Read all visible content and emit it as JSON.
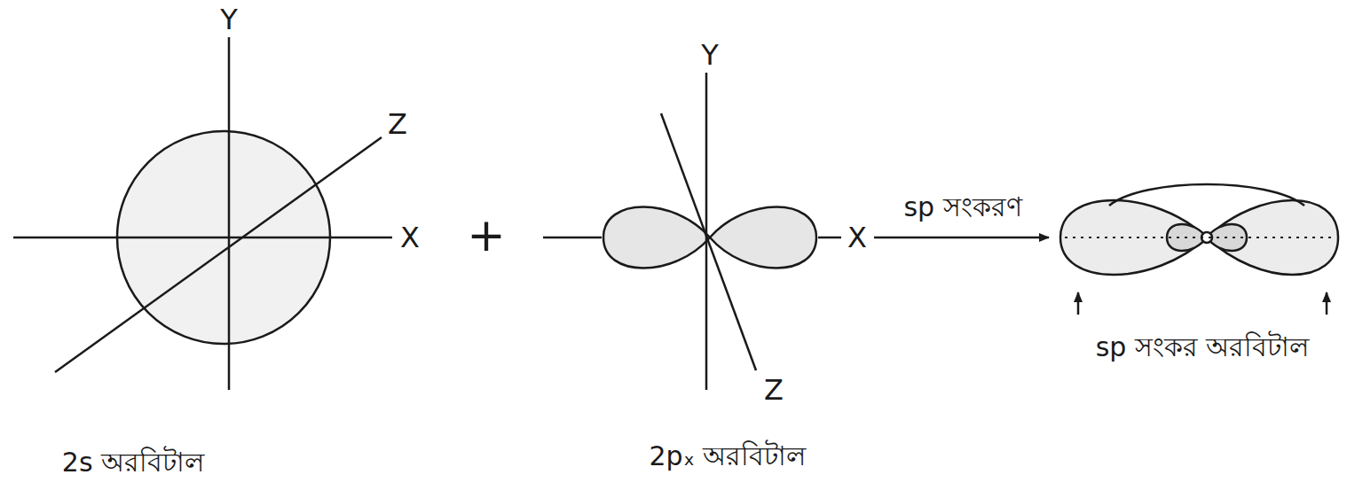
{
  "diagram": {
    "labels": [
      "Y",
      "Z",
      "X",
      "2s অরবিটাল",
      "+",
      "Y",
      "X",
      "Z",
      "2pₓ অরবিটাল",
      "sp সংকরণ",
      "sp সংকর অরবিটাল"
    ]
  }
}
